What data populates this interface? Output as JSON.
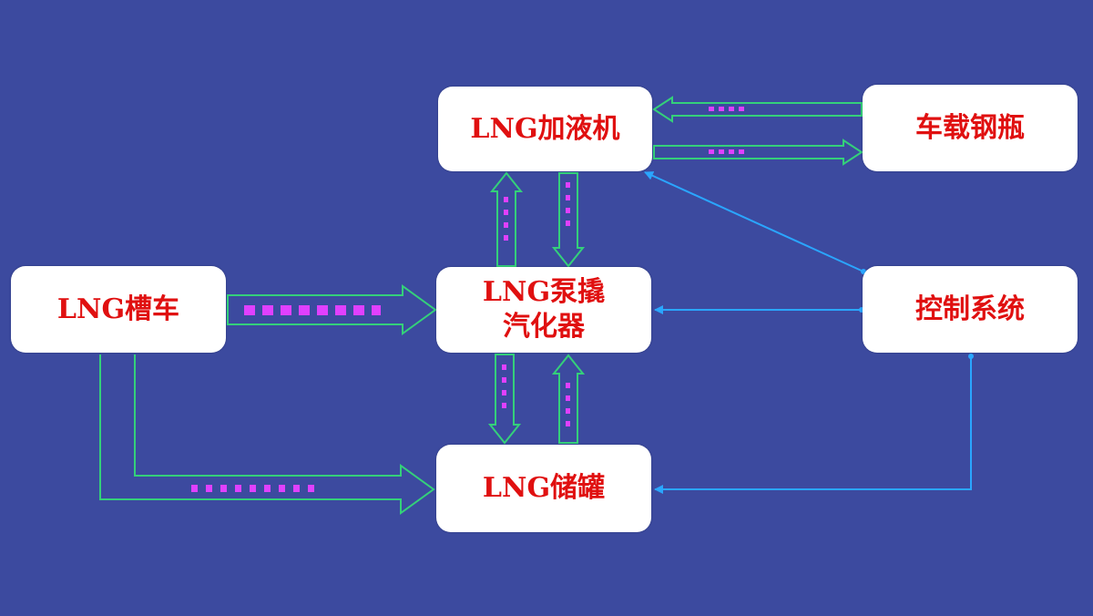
{
  "colors": {
    "background": "#3c4a9f",
    "box": "#ffffff",
    "box_text": "#e01010",
    "pipe": "#34d07a",
    "signal": "#2aa6ff",
    "pipe_label": "#e040ff"
  },
  "nodes": {
    "dispenser": "LNG加液机",
    "cylinder": "车载钢瓶",
    "pump_line1": "LNG泵撬",
    "pump_line2": "汽化器",
    "tanker": "LNG槽车",
    "control": "控制系统",
    "storage": "LNG储罐"
  },
  "links": [
    {
      "from": "cylinder",
      "to": "dispenser",
      "kind": "pipe"
    },
    {
      "from": "dispenser",
      "to": "cylinder",
      "kind": "pipe"
    },
    {
      "from": "tanker",
      "to": "pump",
      "kind": "pipe"
    },
    {
      "from": "tanker",
      "to": "storage",
      "kind": "pipe"
    },
    {
      "from": "pump",
      "to": "dispenser",
      "kind": "pipe"
    },
    {
      "from": "dispenser",
      "to": "pump",
      "kind": "pipe"
    },
    {
      "from": "storage",
      "to": "pump",
      "kind": "pipe"
    },
    {
      "from": "pump",
      "to": "storage",
      "kind": "pipe"
    },
    {
      "from": "control",
      "to": "dispenser",
      "kind": "signal"
    },
    {
      "from": "control",
      "to": "pump",
      "kind": "signal"
    },
    {
      "from": "control",
      "to": "storage",
      "kind": "signal"
    }
  ]
}
